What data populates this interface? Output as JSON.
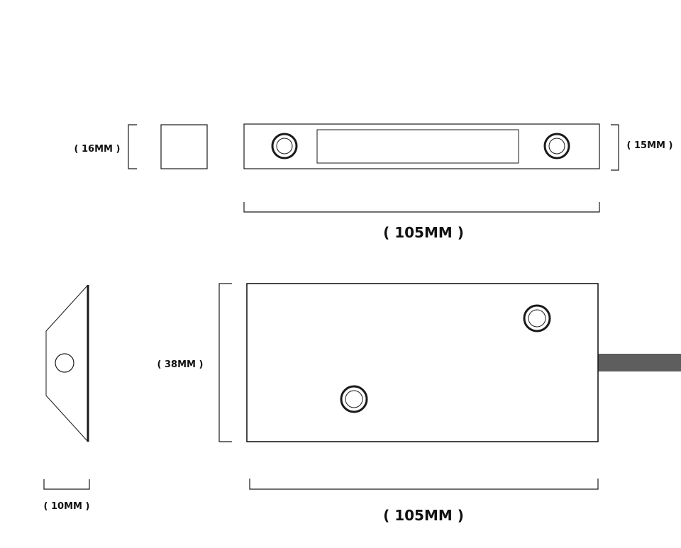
{
  "labels": {
    "height_top_left": "( 16MM )",
    "height_top_right": "( 15MM )",
    "length_top": "( 105MM )",
    "width_bottom_left": "( 10MM )",
    "width_bottom": "( 38MM )",
    "length_bottom": "( 105MM )"
  },
  "colors": {
    "line": "#1a1a1a",
    "cable": "#5e5e5e",
    "background": "#ffffff"
  }
}
